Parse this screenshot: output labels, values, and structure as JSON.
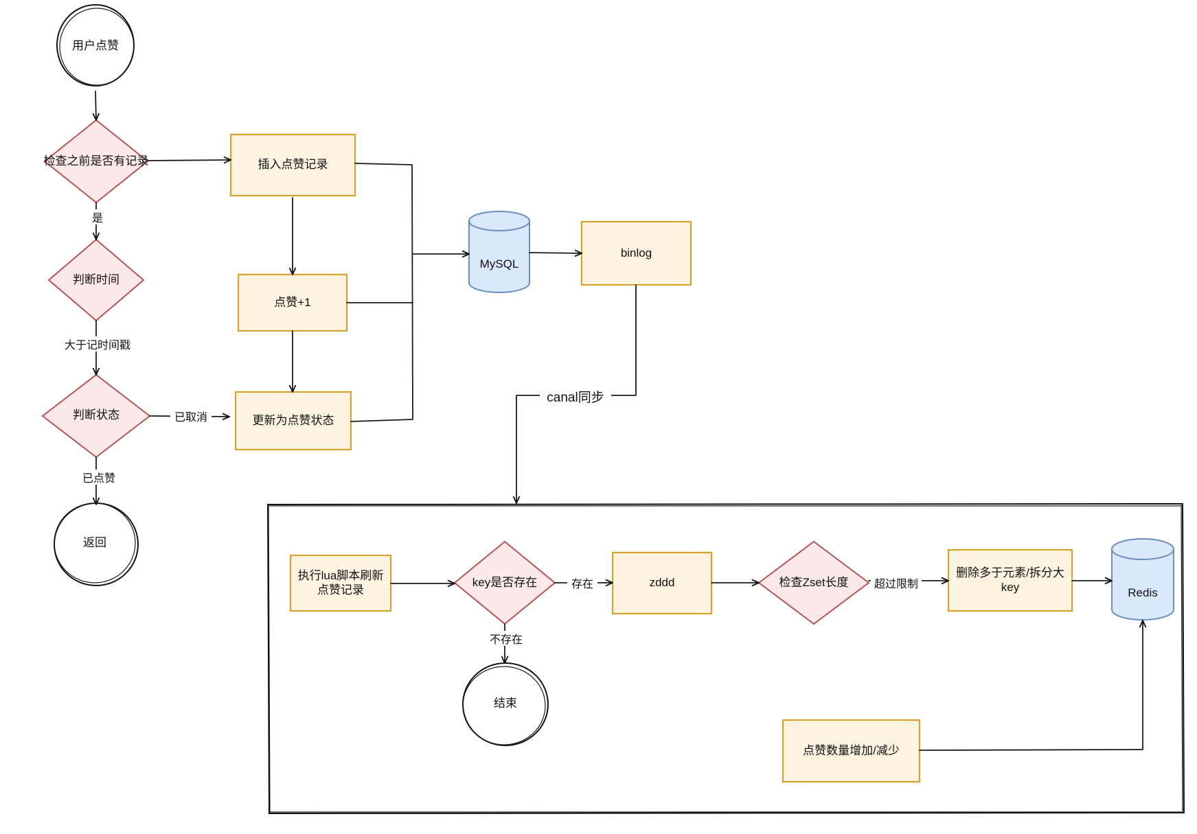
{
  "nodes": {
    "user_like": "用户点赞",
    "check_record": "检查之前是否有记录",
    "judge_time": "判断时间",
    "judge_status": "判断状态",
    "return": "返回",
    "insert_record": "插入点赞记录",
    "like_plus_one": "点赞+1",
    "update_status": "更新为点赞状态",
    "mysql": "MySQL",
    "binlog": "binlog",
    "lua_script": "执行lua脚本刷新点赞记录",
    "key_exists": "key是否存在",
    "zddd": "zddd",
    "check_zset": "检查Zset长度",
    "delete_split": "删除多于元素/拆分大key",
    "redis": "Redis",
    "end": "结束",
    "like_count": "点赞数量增加/减少"
  },
  "edges": {
    "yes": "是",
    "greater_than_timestamp": "大于记时间戳",
    "cancelled": "已取消",
    "liked": "已点赞",
    "canal_sync": "canal同步",
    "exists": "存在",
    "not_exists": "不存在",
    "over_limit": "超过限制"
  },
  "colors": {
    "box_fill": "#fdf3e1",
    "box_stroke": "#d6a42c",
    "diamond_fill": "#fbe9ea",
    "diamond_stroke": "#b85450",
    "cylinder_fill": "#dae8fc",
    "cylinder_stroke": "#6c8ebf"
  }
}
